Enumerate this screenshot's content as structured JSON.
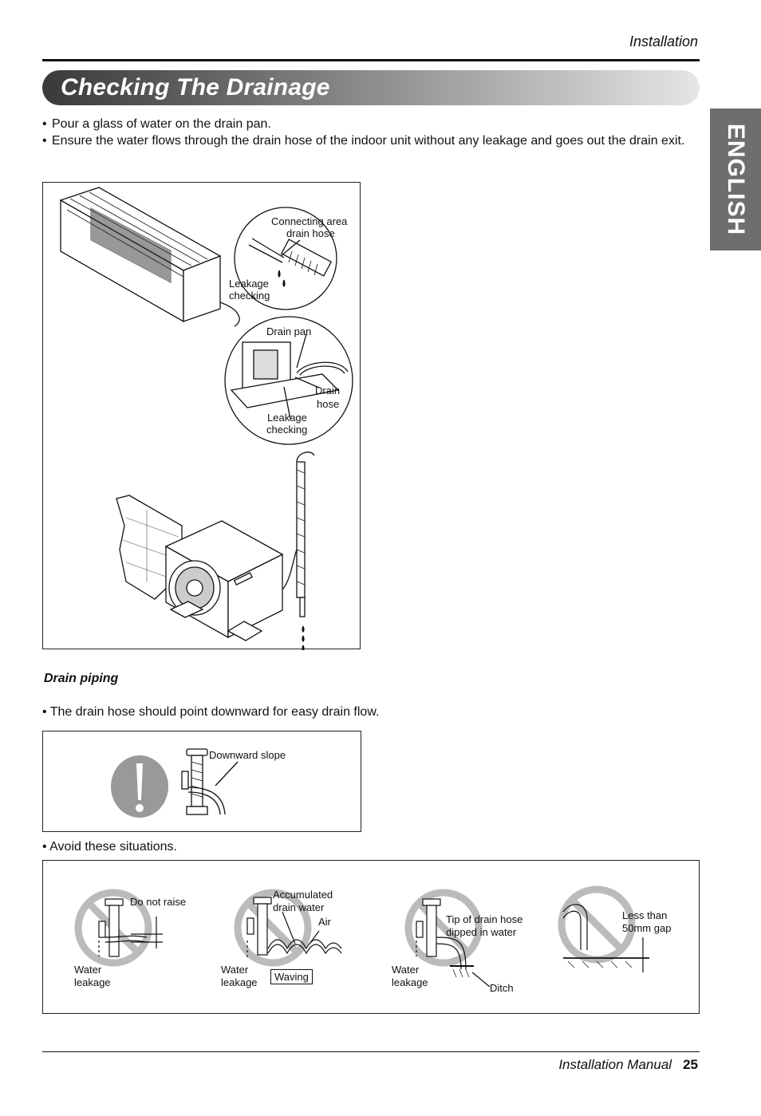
{
  "header": {
    "section": "Installation",
    "title": "Checking The Drainage"
  },
  "side_tab": "ENGLISH",
  "intro_bullets": [
    "Pour a glass of water on the drain pan.",
    "Ensure the water flows through the drain hose of the indoor unit without any leakage and goes out the drain exit."
  ],
  "figure1": {
    "labels": {
      "connecting_area_1": "Connecting area",
      "connecting_area_2": "drain hose",
      "leakage_top_1": "Leakage",
      "leakage_top_2": "checking",
      "drain_pan": "Drain pan",
      "drain_hose_1": "Drain",
      "drain_hose_2": "hose",
      "leakage_bottom_1": "Leakage",
      "leakage_bottom_2": "checking"
    }
  },
  "drain_piping": {
    "heading": "Drain piping",
    "bullet": "• The drain hose should point downward for easy drain flow.",
    "downward_slope": "Downward slope"
  },
  "avoid": {
    "bullet": "• Avoid these situations.",
    "s1": {
      "do_not_raise": "Do not raise",
      "water": "Water",
      "leakage": "leakage"
    },
    "s2": {
      "accum_1": "Accumulated",
      "accum_2": "drain water",
      "air": "Air",
      "water": "Water",
      "leakage": "leakage",
      "waving": "Waving"
    },
    "s3": {
      "tip_1": "Tip of drain hose",
      "tip_2": "dipped in water",
      "water": "Water",
      "leakage": "leakage",
      "ditch": "Ditch"
    },
    "s4": {
      "less_1": "Less than",
      "less_2": "50mm gap"
    }
  },
  "footer": {
    "manual": "Installation Manual",
    "page": "25"
  }
}
